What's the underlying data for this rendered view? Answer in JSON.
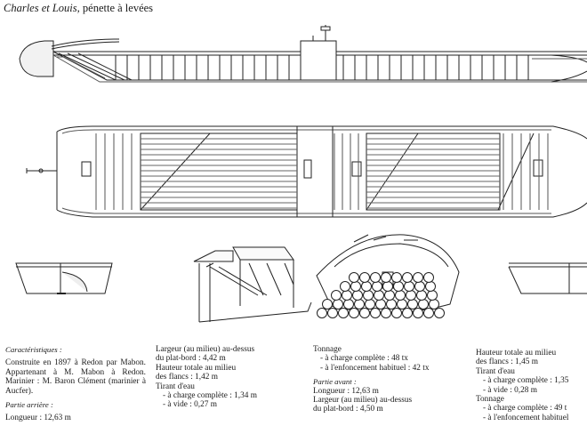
{
  "title": {
    "name": "Charles et Louis,",
    "rest": "pénette à levées"
  },
  "col1": {
    "heading": "Caractéristiques :",
    "construction": "Construite en 1897 à Redon par Mabon. Appartenant à M. Mabon à Redon. Marinier : M. Baron Clément (marinier à Aucfer).",
    "rear_heading": "Partie arrière :",
    "length": "Longueur : 12,63 m"
  },
  "col2": {
    "width1": "Largeur (au milieu) au-dessus",
    "width2": "du plat-bord : 4,42 m",
    "height1": "Hauteur totale au milieu",
    "height2": "des flancs : 1,42 m",
    "draft": "Tirant d'eau",
    "draft_loaded": "- à charge complète : 1,34 m",
    "draft_empty": "- à vide : 0,27 m"
  },
  "col3": {
    "tonnage": "Tonnage",
    "tonnage_loaded": "- à charge complète : 48 tx",
    "tonnage_usual": "- à l'enfoncement habituel : 42 tx",
    "front_heading": "Partie avant :",
    "length": "Longueur : 12,63 m",
    "width1": "Largeur (au milieu) au-dessus",
    "width2": "du plat-bord : 4,50 m"
  },
  "col4": {
    "height1": "Hauteur totale au milieu",
    "height2": "des flancs : 1,45 m",
    "draft": "Tirant d'eau",
    "draft_loaded": "- à charge complète : 1,35",
    "draft_empty": "- à vide : 0,28 m",
    "tonnage": "Tonnage",
    "tonnage_loaded": "- à charge complète : 49 t",
    "tonnage_usual": "- à l'enfoncement habituel"
  }
}
